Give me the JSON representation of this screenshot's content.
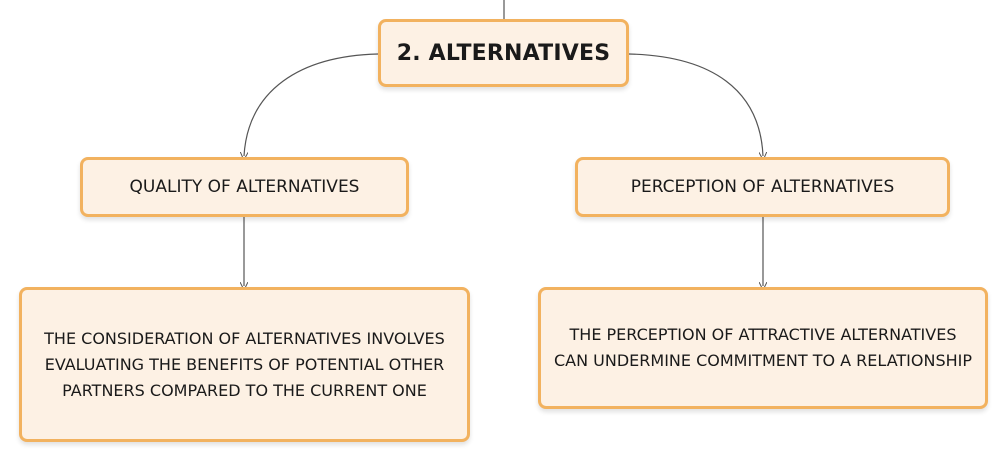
{
  "diagram": {
    "root": {
      "label": "2. ALTERNATIVES"
    },
    "branches": [
      {
        "label": "QUALITY OF ALTERNATIVES",
        "detail": "THE CONSIDERATION OF ALTERNATIVES INVOLVES EVALUATING THE BENEFITS OF POTENTIAL OTHER PARTNERS COMPARED TO THE CURRENT ONE"
      },
      {
        "label": "PERCEPTION OF ALTERNATIVES",
        "detail": "THE PERCEPTION OF ATTRACTIVE ALTERNATIVES CAN UNDERMINE COMMITMENT TO A RELATIONSHIP"
      }
    ],
    "colors": {
      "node_fill": "#fdf1e4",
      "node_border": "#f2b25f",
      "connector": "#555555"
    }
  }
}
